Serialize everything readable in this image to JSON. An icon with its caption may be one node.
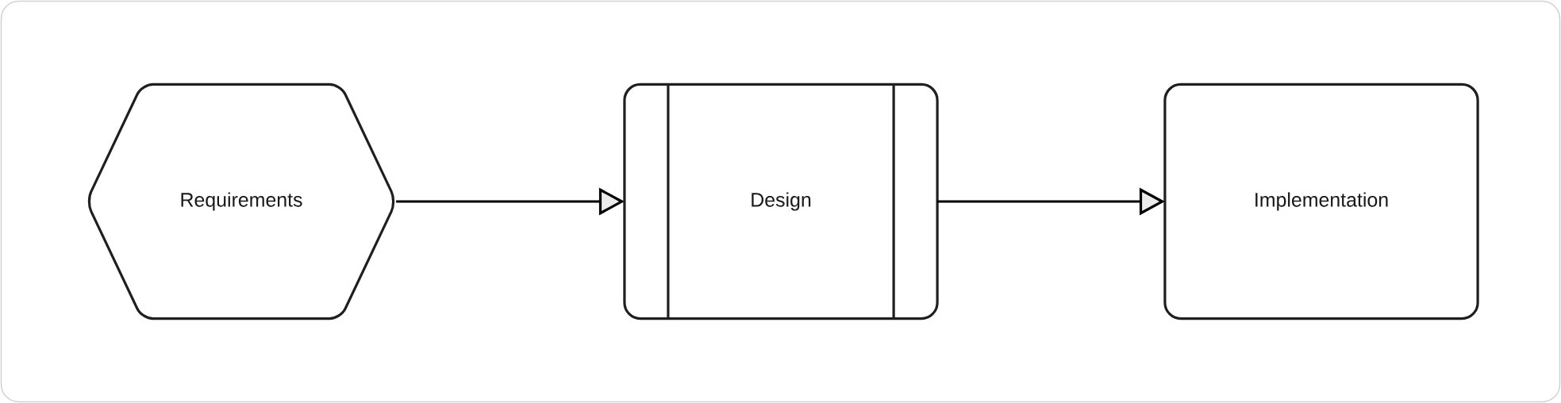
{
  "diagram": {
    "nodes": [
      {
        "text": [
          "Requirements"
        ]
      },
      {
        "text": [
          "Design"
        ]
      },
      {
        "text": [
          "Implementation"
        ]
      }
    ],
    "edges": [
      {
        "from": 0,
        "to": 1,
        "arrow": "to"
      },
      {
        "from": 1,
        "to": 2,
        "arrow": "to"
      }
    ]
  }
}
